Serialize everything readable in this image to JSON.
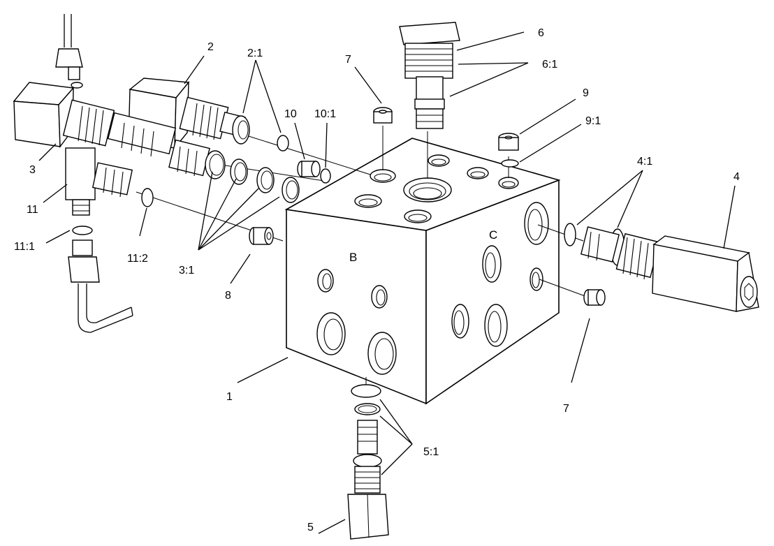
{
  "diagram": {
    "callouts": {
      "c1": "1",
      "c2": "2",
      "c2_1": "2:1",
      "c3": "3",
      "c3_1": "3:1",
      "c4": "4",
      "c4_1": "4:1",
      "c5": "5",
      "c5_1": "5:1",
      "c6": "6",
      "c6_1": "6:1",
      "c7a": "7",
      "c7b": "7",
      "c8": "8",
      "c9": "9",
      "c9_1": "9:1",
      "c10": "10",
      "c10_1": "10:1",
      "c11": "11",
      "c11_1": "11:1",
      "c11_2": "11:2"
    },
    "faces": {
      "face_b": "B",
      "face_c": "C"
    }
  }
}
